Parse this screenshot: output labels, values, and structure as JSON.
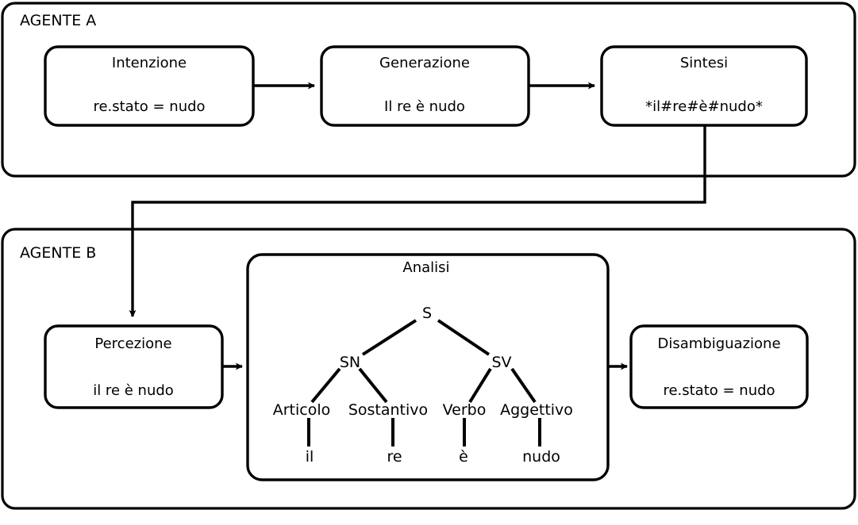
{
  "diagram": {
    "title_agent_a": "AGENTE A",
    "title_agent_b": "AGENTE B",
    "stroke_color": "#000000",
    "background_color": "#ffffff"
  },
  "agent_a": {
    "label": "AGENTE A",
    "boxes": [
      {
        "title": "Intenzione",
        "content": "re.stato = nudo"
      },
      {
        "title": "Generazione",
        "content": "Il re è nudo"
      },
      {
        "title": "Sintesi",
        "content": "*il#re#è#nudo*"
      }
    ]
  },
  "agent_b": {
    "label": "AGENTE B",
    "percezione": {
      "title": "Percezione",
      "content": "il re è nudo"
    },
    "disambiguazione": {
      "title": "Disambiguazione",
      "content": "re.stato = nudo"
    },
    "analisi": {
      "title": "Analisi",
      "tree": {
        "root": "S",
        "phrases": [
          "SN",
          "SV"
        ],
        "pos_tags": [
          "Articolo",
          "Sostantivo",
          "Verbo",
          "Aggettivo"
        ],
        "words": [
          "il",
          "re",
          "è",
          "nudo"
        ]
      }
    }
  }
}
